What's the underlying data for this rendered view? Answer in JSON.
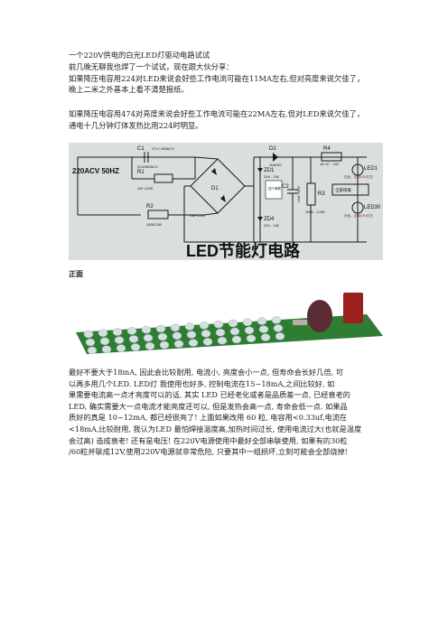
{
  "document": {
    "title": "一个220V供电的白光LED灯驱动电路试试",
    "intro_lines": [
      "前几晚无聊我也焊了一个试试，现在跟大伙分享：",
      "如果降压电容用224对LED来说会好些工作电流可能在11MA左右,但对亮度来说欠佳了，",
      "晚上二米之外基本上看不清楚报纸。"
    ],
    "second_lines": [
      "如果降压电容用474对亮度来说会好些工作电流可能在22MA左右,但对LED来说欠佳了，",
      "通电十几分钟灯体发热比用224时明显。"
    ],
    "front_label": "正面",
    "body_lines": [
      "最好不要大于18mA,   因此会比较耐用,   电流小, 亮度会小一点,   但寿命会长好几倍, 可",
      "以再多用几个LED.          LED灯  我使用也好多,   控制电流在15~18mA,之间比较好,   如",
      "果需要电流高一点才亮度可以的话, 其实  LED  已经老化或者是品质差一点, 已经衰老的",
      "LED,   确实需要大一点电流才能亮度还可以, 但是发热会高一点,   寿命会低一点.   如果品",
      "质好的真是  10~12mA,   都已经很亮了!   上面如果改用  60  粒,   电容用<0.33uf,电流在",
      "<18mA,比较耐用,   我认为LED  最怕焊接温度高,加热时间过长, 使用电流过大(也就是温度",
      "会过高) 造成衰老!   还有是电压!   在220V电源使用中最好全部串联使用, 如果有的30粒",
      "/60粒并联成12V,使用220V电源就非常危险, 只要其中一组损坏,立刻可能会全部烧掉!"
    ]
  },
  "circuit": {
    "title": "LED节能灯电路",
    "source": "220ACV 50HZ",
    "c1": "C1",
    "c1_val": "474 / 400ACV",
    "c1_alt": "224/400ACV",
    "r1": "R1",
    "r1_val": "1M~1/2W",
    "r2": "R2",
    "r2_val": "100Ω-2W",
    "d1": "D1",
    "d1_val": "KBP2040",
    "d2": "D2",
    "d2_val": "1N4007",
    "zd1": "ZD1",
    "zd1_val": "24V - 1W",
    "zd4": "ZD4",
    "zd4_val": "24V - 1W",
    "c2": "C2",
    "c2_val": "10uf / 400V",
    "box_label": "四个串联",
    "r3": "R3",
    "r3_val": "100k - 1/2W",
    "r4": "R4",
    "r4_val": "10~47 - 1W",
    "led1": "LED1",
    "led1_note": "白色，正脚2.9V左右",
    "led30": "LED30",
    "led30_note": "白色，正脚2.9V左右",
    "series_label": "全部串联"
  },
  "colors": {
    "circuit_bg": "#d9dedf",
    "wire": "#1a1a1a",
    "pcb": "#2e7d33",
    "led_off": "#d4dfe0",
    "cap_body": "#5a2c33",
    "film_cap": "#9b1f1c"
  }
}
